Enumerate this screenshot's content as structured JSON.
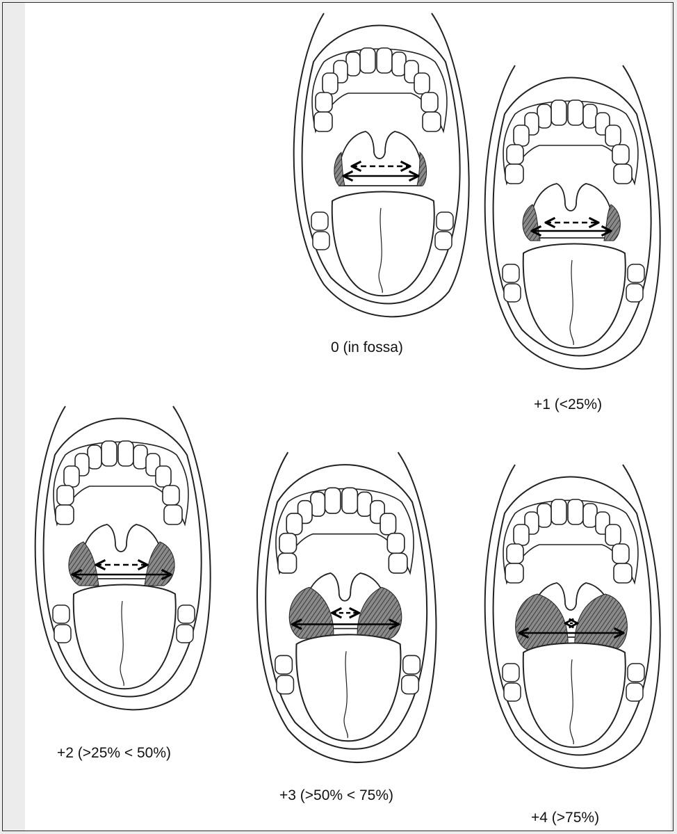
{
  "figures": [
    {
      "label": "0 (in fossa)",
      "grade": "0"
    },
    {
      "label": "+1 (<25%)",
      "grade": "+1"
    },
    {
      "label": "+2 (>25% < 50%)",
      "grade": "+2"
    },
    {
      "label": "+3 (>50% < 75%)",
      "grade": "+3"
    },
    {
      "label": "+4 (>75%)",
      "grade": "+4"
    }
  ]
}
